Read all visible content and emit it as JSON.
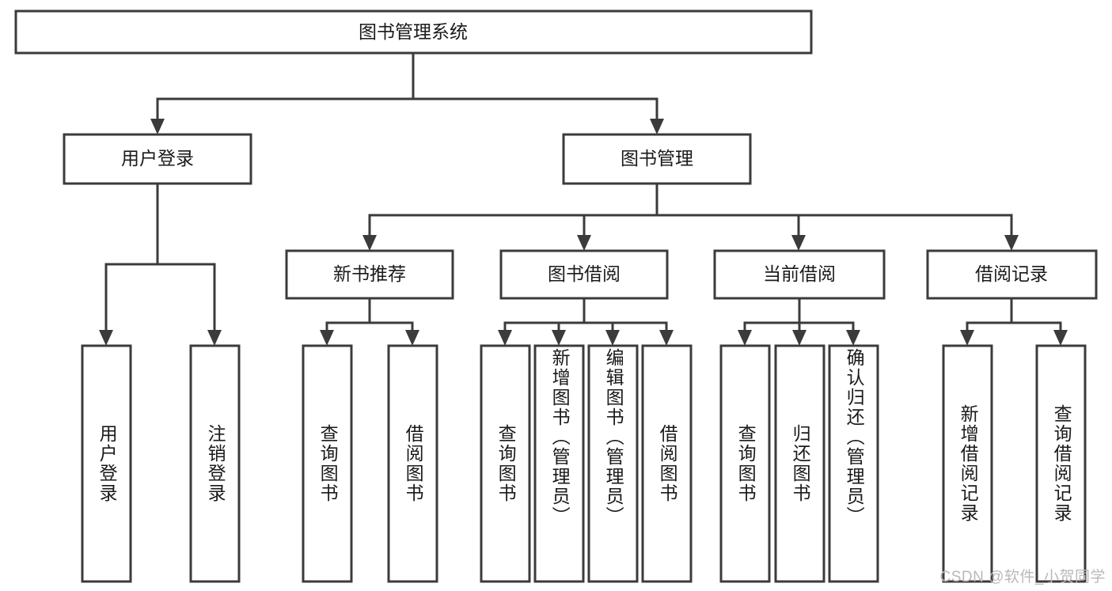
{
  "diagram": {
    "type": "tree",
    "title": "图书管理系统",
    "orientation": "top-down",
    "colors": {
      "stroke": "#3b3b3b",
      "fill": "#ffffff",
      "text": "#1a1a1a",
      "watermark": "#b9b9b9"
    },
    "root": {
      "label": "图书管理系统"
    },
    "level2": [
      {
        "label": "用户登录"
      },
      {
        "label": "图书管理"
      }
    ],
    "level3": [
      {
        "label": "新书推荐"
      },
      {
        "label": "图书借阅"
      },
      {
        "label": "当前借阅"
      },
      {
        "label": "借阅记录"
      }
    ],
    "leaves": {
      "user_login": [
        {
          "label": "用户登录"
        },
        {
          "label": "注销登录"
        }
      ],
      "new_book_recommend": [
        {
          "label": "查询图书"
        },
        {
          "label": "借阅图书"
        }
      ],
      "book_borrow": [
        {
          "label": "查询图书"
        },
        {
          "label": "新增图书（管理员）"
        },
        {
          "label": "编辑图书（管理员）"
        },
        {
          "label": "借阅图书"
        }
      ],
      "current_borrow": [
        {
          "label": "查询图书"
        },
        {
          "label": "归还图书"
        },
        {
          "label": "确认归还（管理员）"
        }
      ],
      "borrow_record": [
        {
          "label": "新增借阅记录"
        },
        {
          "label": "查询借阅记录"
        }
      ]
    }
  },
  "watermark": {
    "text": "CSDN @软件_小贺同学"
  }
}
